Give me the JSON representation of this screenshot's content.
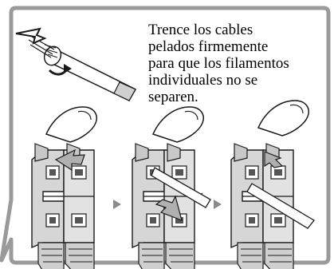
{
  "caption": {
    "lines": [
      "Trence los cables",
      "pelados firmemente",
      "para que los filamentos",
      "individuales no se",
      "separen."
    ]
  },
  "steps": [
    {
      "id": "step-1",
      "action": "press-lever"
    },
    {
      "id": "step-2",
      "action": "insert-wire"
    },
    {
      "id": "step-3",
      "action": "release-lever"
    }
  ],
  "colors": {
    "frame": "#9a9a9a",
    "line": "#1a1a1a",
    "terminal_fill": "#d6d6d6",
    "terminal_dark": "#555555",
    "arrow_fill": "#b0b0b0",
    "chevron": "#8a8a8a"
  }
}
